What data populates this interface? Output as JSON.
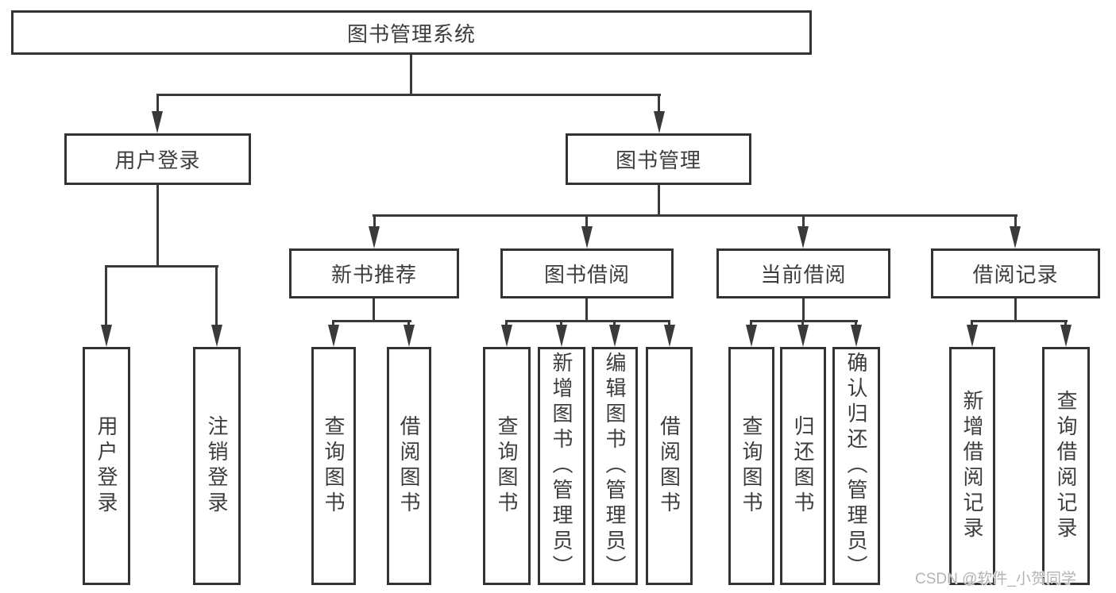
{
  "diagram": {
    "title_node": "图书管理系统",
    "level2": {
      "user_login": "用户登录",
      "book_management": "图书管理"
    },
    "level3": {
      "new_book_recommend": "新书推荐",
      "book_borrow": "图书借阅",
      "current_borrow": "当前借阅",
      "borrow_records": "借阅记录"
    },
    "leaves": {
      "user_login_leaf": "用户登录",
      "logout": "注销登录",
      "nb_query": "查询图书",
      "nb_borrow": "借阅图书",
      "bb_query": "查询图书",
      "bb_add": "新增图书（管理员）",
      "bb_edit": "编辑图书（管理员）",
      "bb_borrow": "借阅图书",
      "cb_query": "查询图书",
      "cb_return": "归还图书",
      "cb_confirm": "确认归还（管理员）",
      "br_add": "新增借阅记录",
      "br_query": "查询借阅记录"
    },
    "watermark": "CSDN @软件_小贺同学",
    "colors": {
      "line": "#3a3a3a",
      "box_border": "#333333",
      "box_background": "#ffffff",
      "text": "#3d3d3d",
      "watermark": "#b3b3b3"
    }
  }
}
